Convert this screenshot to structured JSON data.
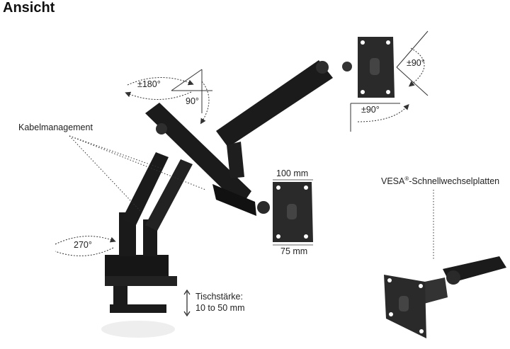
{
  "heading": "Ansicht",
  "callouts": {
    "rotate_180": "±180°",
    "tilt_90": "90°",
    "swivel_90_right": "±90°",
    "swivel_90_bottom": "±90°",
    "cable_management": "Kabelmanagement",
    "rotate_270": "270°",
    "vesa_100": "100 mm",
    "vesa_75": "75 mm",
    "desk_thickness_line1": "Tischstärke:",
    "desk_thickness_line2": "10 to 50 mm",
    "vesa_plates_prefix": "VESA",
    "vesa_plates_mark": "®",
    "vesa_plates_suffix": "-Schnellwechselplatten"
  },
  "colors": {
    "arm": "#1b1b1b",
    "arm_highlight": "#3a3a3a",
    "plate": "#2a2a2a",
    "line": "#222222"
  }
}
